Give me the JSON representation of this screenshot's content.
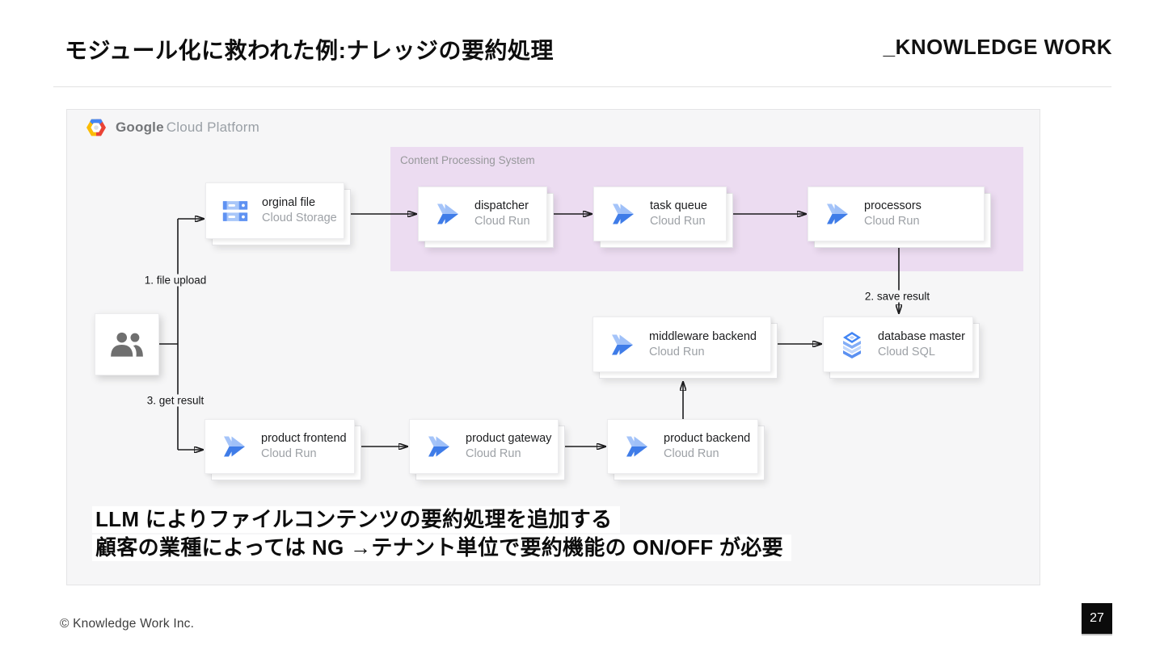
{
  "slide": {
    "title": "モジュール化に救われた例:ナレッジの要約処理",
    "brand_logo": "_KNOWLEDGE WORK",
    "footer_copyright": "© Knowledge Work Inc.",
    "page_number": "27"
  },
  "diagram": {
    "platform_logo": {
      "bold": "Google",
      "rest": "Cloud Platform"
    },
    "group_label": "Content Processing System",
    "nodes": {
      "original_file": {
        "title": "orginal file",
        "subtitle": "Cloud Storage"
      },
      "dispatcher": {
        "title": "dispatcher",
        "subtitle": "Cloud Run"
      },
      "task_queue": {
        "title": "task queue",
        "subtitle": "Cloud Run"
      },
      "processors": {
        "title": "processors",
        "subtitle": "Cloud Run"
      },
      "middleware_backend": {
        "title": "middleware backend",
        "subtitle": "Cloud Run"
      },
      "database_master": {
        "title": "database master",
        "subtitle": "Cloud SQL"
      },
      "product_frontend": {
        "title": "product frontend",
        "subtitle": "Cloud Run"
      },
      "product_gateway": {
        "title": "product gateway",
        "subtitle": "Cloud Run"
      },
      "product_backend": {
        "title": "product backend",
        "subtitle": "Cloud Run"
      }
    },
    "edge_labels": {
      "file_upload": "1. file upload",
      "save_result": "2. save result",
      "get_result": "3. get result"
    },
    "notes": [
      "LLM によりファイルコンテンツの要約処理を追加する",
      "顧客の業種によっては NG →テナント単位で要約機能の ON/OFF が必要"
    ],
    "icons": {
      "cloud_run": "double-chevron-arrow",
      "cloud_storage": "stacked-server-bars",
      "cloud_sql": "layered-database",
      "users": "two-people-silhouette",
      "gcp_hexagon": "google-cloud-hexagon"
    },
    "colors": {
      "group_background": "#ecdcf1",
      "canvas_background": "#f6f6f7",
      "cloud_blue": "#4285f4",
      "cloud_blue_light": "#a5c4f9",
      "arrow": "#1b1b1d",
      "note_highlight": "#ffffff",
      "page_box": "#0b0b0b"
    }
  }
}
